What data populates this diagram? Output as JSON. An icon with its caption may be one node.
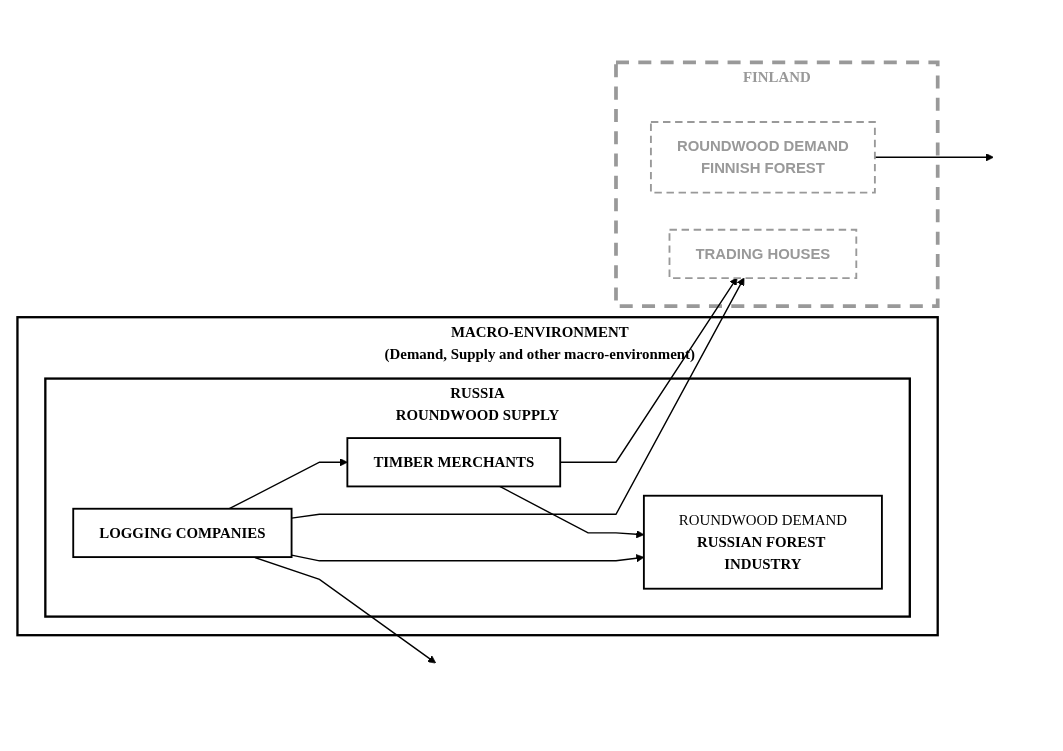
{
  "diagram": {
    "nodes": [
      {
        "text": [
          "MACRO-ENVIRONMENT",
          "(Demand, Supply and other macro-environment)"
        ]
      },
      {
        "text": [
          "RUSSIA",
          "ROUNDWOOD SUPPLY"
        ],
        "in": 0
      },
      {
        "text": [
          "LOGGING COMPANIES"
        ],
        "in": 1
      },
      {
        "text": [
          "TIMBER MERCHANTS"
        ],
        "in": 1
      },
      {
        "text": [
          "ROUNDWOOD DEMAND",
          "RUSSIAN FOREST INDUSTRY"
        ],
        "in": 1
      },
      {
        "text": [
          "FINLAND"
        ]
      },
      {
        "text": [
          "TRADING HOUSES"
        ],
        "in": 5
      },
      {
        "text": [
          "ROUNDWOOD DEMAND",
          "FINNISH FOREST"
        ],
        "in": 5
      }
    ],
    "edges": [
      {
        "from": 2,
        "to": 3,
        "arrow": "to"
      },
      {
        "from": 3,
        "to": 6,
        "arrow": "to"
      },
      {
        "from": 7,
        "to": null,
        "arrow": "to"
      },
      {
        "from": 2,
        "to": 6,
        "arrow": "to"
      },
      {
        "from": 2,
        "to": null,
        "arrow": "to"
      },
      {
        "from": 3,
        "to": 4,
        "arrow": "to"
      },
      {
        "from": 2,
        "to": 4,
        "arrow": "to"
      }
    ]
  }
}
